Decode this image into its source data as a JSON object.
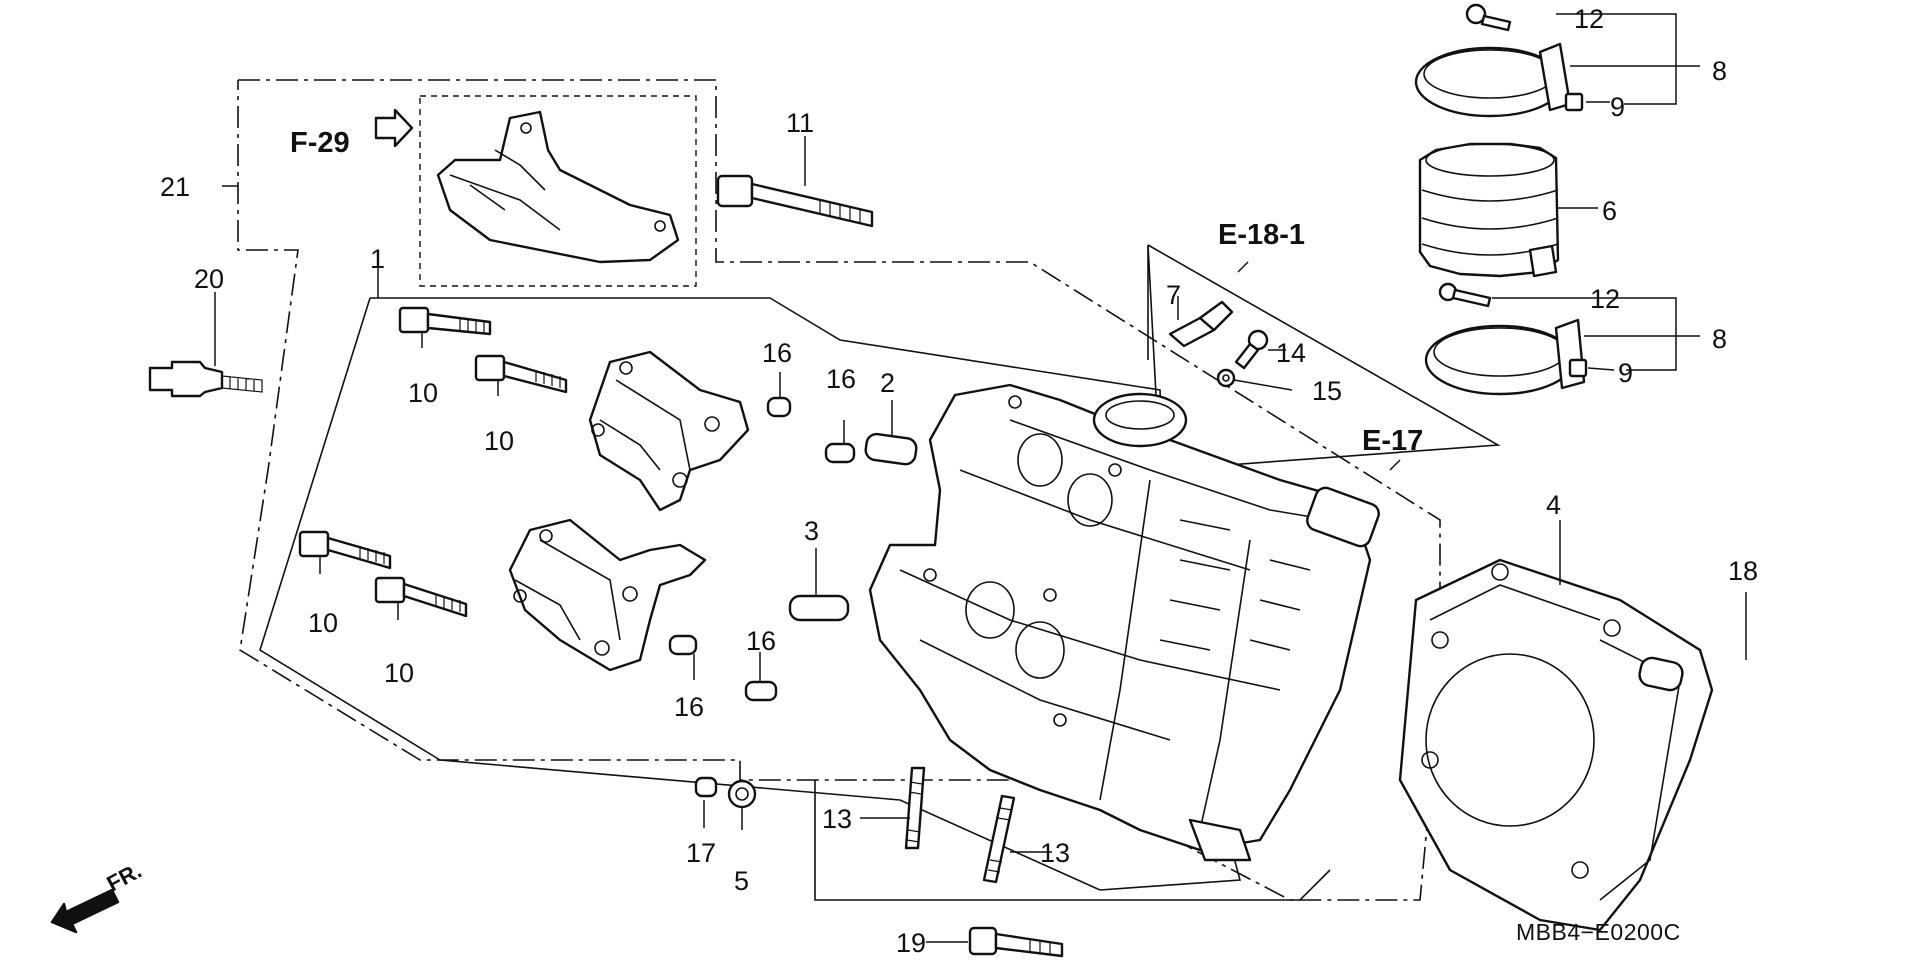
{
  "diagram": {
    "part_code": "MBB4−E0200C",
    "front_indicator": "FR.",
    "references": {
      "f29": "F-29",
      "e181": "E-18-1",
      "e17": "E-17"
    },
    "callouts": {
      "c1": "1",
      "c2": "2",
      "c3": "3",
      "c4": "4",
      "c5": "5",
      "c6": "6",
      "c7": "7",
      "c8a": "8",
      "c8b": "8",
      "c9a": "9",
      "c9b": "9",
      "c10a": "10",
      "c10b": "10",
      "c10c": "10",
      "c10d": "10",
      "c11": "11",
      "c12a": "12",
      "c12b": "12",
      "c13a": "13",
      "c13b": "13",
      "c14": "14",
      "c15": "15",
      "c16a": "16",
      "c16b": "16",
      "c16c": "16",
      "c16d": "16",
      "c17": "17",
      "c18": "18",
      "c19": "19",
      "c20": "20",
      "c21": "21"
    }
  }
}
